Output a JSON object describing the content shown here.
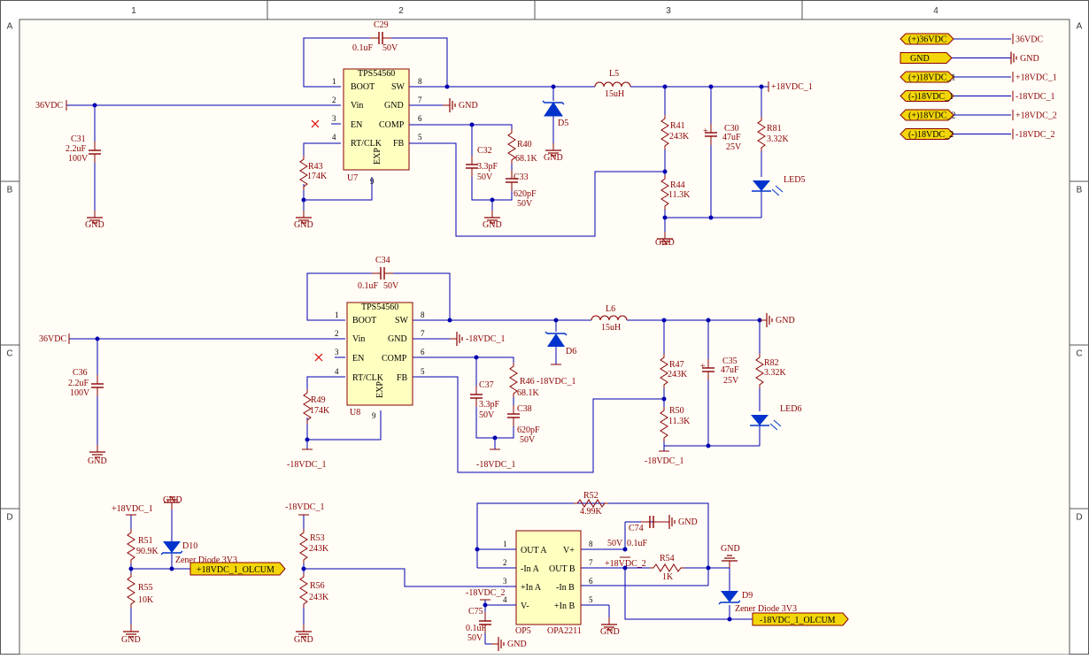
{
  "frame": {
    "columns": [
      "1",
      "2",
      "3",
      "4"
    ],
    "rows": [
      "A",
      "B",
      "C",
      "D"
    ]
  },
  "colors": {
    "wire": "#0000b0",
    "text": "#8b0000",
    "ic_fill": "#ffffc0",
    "ic_stroke": "#8b0000",
    "port_fill": "#f2d60a",
    "diode_fill": "#0033cc",
    "background": "#fffdf6"
  },
  "net_labels": {
    "power_ports": [
      {
        "port": "(+)36VDC",
        "net": "36VDC"
      },
      {
        "port": "GND",
        "net": "GND"
      },
      {
        "port": "(+)18VDC_1",
        "net": "+18VDC_1"
      },
      {
        "port": "(-)18VDC_1",
        "net": "-18VDC_1"
      },
      {
        "port": "(+)18VDC_2",
        "net": "+18VDC_2"
      },
      {
        "port": "(-)18VDC_2",
        "net": "-18VDC_2"
      }
    ]
  },
  "block1": {
    "input": "36VDC",
    "ic": {
      "name": "TPS54560",
      "ref": "U7",
      "exp": "EXP",
      "left_pins": [
        {
          "n": "1",
          "name": "BOOT"
        },
        {
          "n": "2",
          "name": "Vin"
        },
        {
          "n": "3",
          "name": "EN"
        },
        {
          "n": "4",
          "name": "RT/CLK"
        }
      ],
      "right_pins": [
        {
          "n": "8",
          "name": "SW"
        },
        {
          "n": "7",
          "name": "GND"
        },
        {
          "n": "6",
          "name": "COMP"
        },
        {
          "n": "5",
          "name": "FB"
        }
      ],
      "bottom_pin": "9"
    },
    "c29": {
      "ref": "C29",
      "val": "0.1uF",
      "volt": "50V"
    },
    "c31": {
      "ref": "C31",
      "val": "2.2uF",
      "volt": "100V"
    },
    "r43": {
      "ref": "R43",
      "val": "174K"
    },
    "c32": {
      "ref": "C32",
      "val": "3.3pF",
      "volt": "50V"
    },
    "r40": {
      "ref": "R40",
      "val": "68.1K"
    },
    "c33": {
      "ref": "C33",
      "val": "620pF",
      "volt": "50V"
    },
    "d5": {
      "ref": "D5"
    },
    "l5": {
      "ref": "L5",
      "val": "15uH"
    },
    "r41": {
      "ref": "R41",
      "val": "243K"
    },
    "r44": {
      "ref": "R44",
      "val": "11.3K"
    },
    "c30": {
      "ref": "C30",
      "val": "47uF",
      "volt": "25V",
      "pol": "+"
    },
    "r81": {
      "ref": "R81",
      "val": "3.32K"
    },
    "led": {
      "ref": "LED5"
    },
    "output": "+18VDC_1",
    "gnd": "GND"
  },
  "block2": {
    "input": "36VDC",
    "ic": {
      "name": "TPS54560",
      "ref": "U8",
      "exp": "EXP",
      "left_pins": [
        {
          "n": "1",
          "name": "BOOT"
        },
        {
          "n": "2",
          "name": "Vin"
        },
        {
          "n": "3",
          "name": "EN"
        },
        {
          "n": "4",
          "name": "RT/CLK"
        }
      ],
      "right_pins": [
        {
          "n": "8",
          "name": "SW"
        },
        {
          "n": "7",
          "name": "GND"
        },
        {
          "n": "6",
          "name": "COMP"
        },
        {
          "n": "5",
          "name": "FB"
        }
      ],
      "bottom_pin": "9"
    },
    "c34": {
      "ref": "C34",
      "val": "0.1uF",
      "volt": "50V"
    },
    "c36": {
      "ref": "C36",
      "val": "2.2uF",
      "volt": "100V"
    },
    "r49": {
      "ref": "R49",
      "val": "174K"
    },
    "c37": {
      "ref": "C37",
      "val": "3.3pF",
      "volt": "50V"
    },
    "r46": {
      "ref": "R46",
      "val": "68.1K"
    },
    "c38": {
      "ref": "C38",
      "val": "620pF",
      "volt": "50V"
    },
    "d6": {
      "ref": "D6"
    },
    "l6": {
      "ref": "L6",
      "val": "15uH"
    },
    "r47": {
      "ref": "R47",
      "val": "243K"
    },
    "r50": {
      "ref": "R50",
      "val": "11.3K"
    },
    "c35": {
      "ref": "C35",
      "val": "47uF",
      "volt": "25V",
      "pol": "+"
    },
    "r82": {
      "ref": "R82",
      "val": "3.32K"
    },
    "led": {
      "ref": "LED6"
    },
    "gnd_net": "-18VDC_1",
    "gnd": "GND"
  },
  "block3": {
    "pos_rail": "+18VDC_1",
    "neg_rail": "-18VDC_1",
    "r51": {
      "ref": "R51",
      "val": "90.9K"
    },
    "d10": {
      "ref": "D10",
      "desc": "Zener Diode 3V3"
    },
    "r55": {
      "ref": "R55",
      "val": "10K"
    },
    "pos_out": "+18VDC_1_OLCUM",
    "r53": {
      "ref": "R53",
      "val": "243K"
    },
    "r56": {
      "ref": "R56",
      "val": "243K"
    },
    "r52": {
      "ref": "R52",
      "val": "4.99K"
    },
    "c74": {
      "ref": "C74",
      "val": "0.1uF",
      "volt": "50V"
    },
    "r54": {
      "ref": "R54",
      "val": "1K"
    },
    "c75": {
      "ref": "C75",
      "val": "0.1uF",
      "volt": "50V"
    },
    "opamp": {
      "ref": "OP5",
      "name": "OPA2211",
      "left_pins": [
        {
          "n": "1",
          "name": "OUT A"
        },
        {
          "n": "2",
          "name": "-In A"
        },
        {
          "n": "3",
          "name": "+In A"
        },
        {
          "n": "4",
          "name": "V-"
        }
      ],
      "right_pins": [
        {
          "n": "8",
          "name": "V+"
        },
        {
          "n": "7",
          "name": "OUT B"
        },
        {
          "n": "6",
          "name": "-In B"
        },
        {
          "n": "5",
          "name": "+In B"
        }
      ]
    },
    "vpos": "+18VDC_2",
    "vneg": "-18VDC_2",
    "d9": {
      "ref": "D9",
      "desc": "Zener Diode 3V3"
    },
    "neg_out": "-18VDC_1_OLCUM",
    "gnd": "GND"
  }
}
